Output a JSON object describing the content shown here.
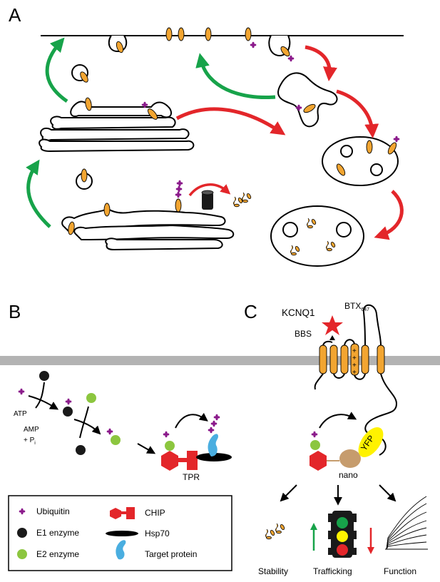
{
  "panels": {
    "a": "A",
    "b": "B",
    "c": "C"
  },
  "panel_c": {
    "channel": "KCNQ1",
    "toxin": "BTX",
    "toxin_sub": "647",
    "tag": "BBS",
    "fluor": "YFP",
    "nanobody": "nano",
    "outcomes": [
      "Stability",
      "Trafficking",
      "Function"
    ]
  },
  "panel_b": {
    "atp": "ATP",
    "amp": "AMP",
    "pi": "+ P",
    "pi_sub": "i",
    "tpr": "TPR"
  },
  "legend": {
    "ubiquitin": "Ubiquitin",
    "e1": "E1 enzyme",
    "e2": "E2 enzyme",
    "chip": "CHIP",
    "hsp70": "Hsp70",
    "target": "Target protein"
  },
  "colors": {
    "membrane": "#b3b3b3",
    "channel": "#f2a531",
    "ubiquitin": "#8b1a8b",
    "e2": "#8cc63f",
    "chip": "#e3262a",
    "target": "#4aaee0",
    "nanobody": "#c69c6d",
    "yfp": "#fff200",
    "green_arrow": "#17a34a",
    "red_arrow": "#e3262a"
  }
}
